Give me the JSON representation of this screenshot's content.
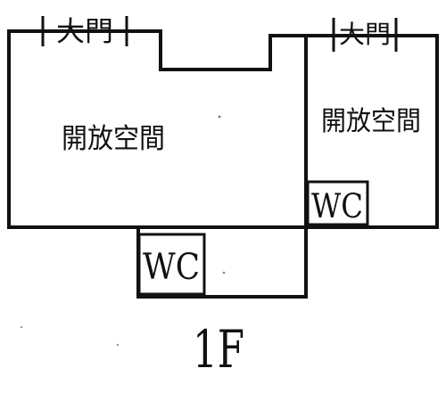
{
  "plan": {
    "left_room": {
      "door_label": "大門",
      "room_label": "開放空間",
      "wc_label": "WC"
    },
    "right_room": {
      "door_label": "大門",
      "room_label": "開放空間",
      "wc_label": "WC"
    },
    "floor_label": "1F"
  }
}
